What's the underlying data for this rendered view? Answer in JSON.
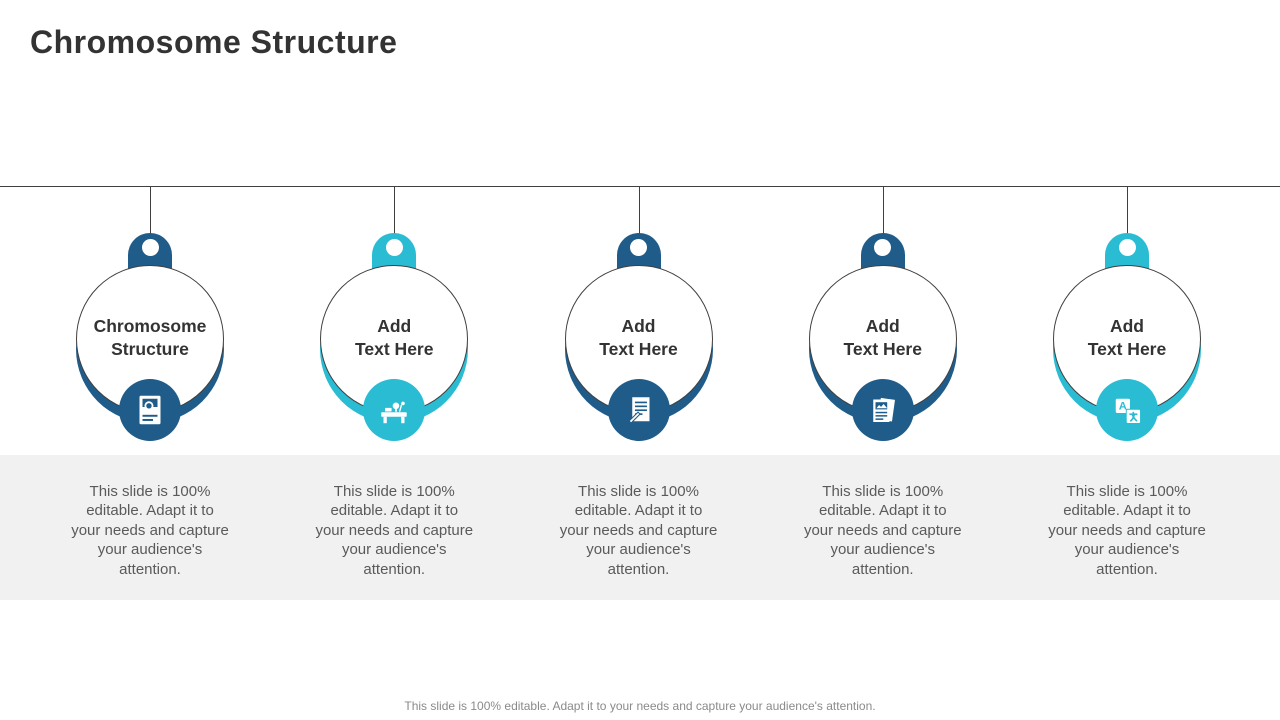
{
  "slide": {
    "title": "Chromosome Structure",
    "footer": "This slide is 100% editable. Adapt it to your needs and capture your audience's attention.",
    "colors": {
      "navy": "#1F5C8A",
      "teal": "#29BCD3",
      "band_gray": "#F1F1F1",
      "line_dark": "#3F3F3F",
      "text_dark": "#333333",
      "text_gray": "#5A5A5A",
      "footer_gray": "#8A8A8A"
    }
  },
  "ornaments": [
    {
      "label": "Chromosome Structure",
      "label_lines": [
        "Chromosome",
        "Structure"
      ],
      "theme": "navy",
      "icon": "document-search-icon",
      "description": "This slide is 100% editable. Adapt it to your needs and capture your audience's attention."
    },
    {
      "label": "Add Text Here",
      "label_lines": [
        "Add",
        "Text Here"
      ],
      "theme": "teal",
      "icon": "work-desk-icon",
      "description": "This slide is 100% editable. Adapt it to your needs and capture your audience's attention."
    },
    {
      "label": "Add Text Here",
      "label_lines": [
        "Add",
        "Text Here"
      ],
      "theme": "navy",
      "icon": "document-pen-icon",
      "description": "This slide is 100% editable. Adapt it to your needs and capture your audience's attention."
    },
    {
      "label": "Add Text Here",
      "label_lines": [
        "Add",
        "Text Here"
      ],
      "theme": "navy",
      "icon": "news-article-icon",
      "description": "This slide is 100% editable. Adapt it to your needs and capture your audience's attention."
    },
    {
      "label": "Add Text Here",
      "label_lines": [
        "Add",
        "Text Here"
      ],
      "theme": "teal",
      "icon": "translation-icon",
      "description": "This slide is 100% editable. Adapt it to your needs and capture your audience's attention."
    }
  ]
}
